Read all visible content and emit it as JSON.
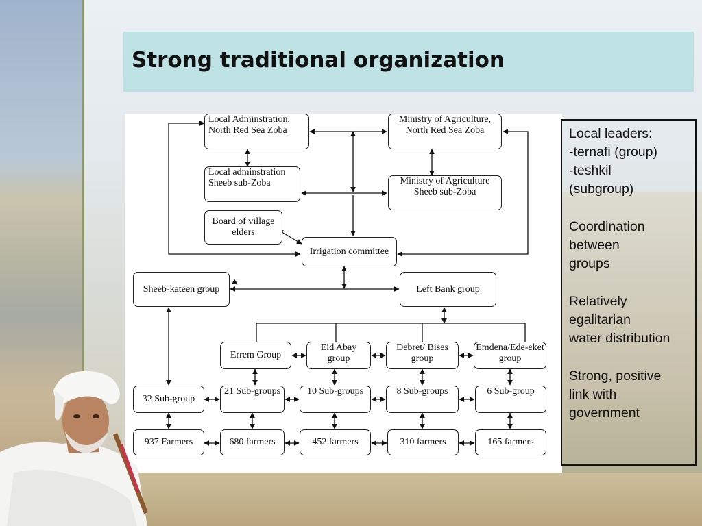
{
  "slide": {
    "title": "Strong traditional organization"
  },
  "diagram": {
    "local_admin": "Local Adminstration, North Red Sea Zoba",
    "ministry_north": "Ministry of Agriculture, North Red Sea Zoba",
    "local_admin_sheeb": "Local adminstration Sheeb sub-Zoba",
    "ministry_sheeb": "Ministry of Agriculture Sheeb sub-Zoba",
    "board_elders": "Board of village elders",
    "irrigation": "Irrigation committee",
    "sheeb_kateen": "Sheeb-kateen group",
    "left_bank": "Left Bank group",
    "errem": "Errem Group",
    "eid_abay": "Eid Abay group",
    "debret": "Debret/ Bises group",
    "emdena": "Emdena/Ede-eket group",
    "sub_32": "32 Sub-group",
    "sub_21": "21 Sub-groups",
    "sub_10": "10 Sub-groups",
    "sub_8": "8 Sub-groups",
    "sub_6": "6 Sub-group",
    "farmers_937": "937 Farmers",
    "farmers_680": "680 farmers",
    "farmers_452": "452 farmers",
    "farmers_310": "310 farmers",
    "farmers_165": "165 farmers"
  },
  "info": {
    "line1": "Local leaders:",
    "line2": "-ternafi (group)",
    "line3": "-teshkil",
    "line4": "(subgroup)",
    "line5": "Coordination",
    "line6": "between",
    "line7": "groups",
    "line8": "Relatively",
    "line9": "egalitarian",
    "line10": "water distribution",
    "line11": "Strong, positive",
    "line12": "link with",
    "line13": "government"
  },
  "colors": {
    "title_bar": "#bfe3e5",
    "accent_strip": "#8f9a6a"
  }
}
